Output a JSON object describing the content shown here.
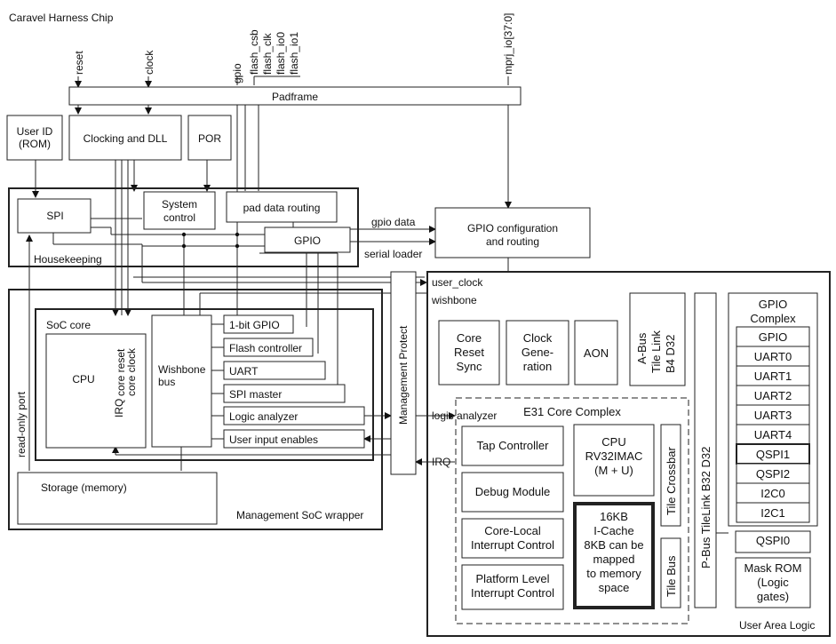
{
  "title": "Caravel Harness Chip",
  "top_signals": {
    "reset": "reset",
    "clock": "clock",
    "gpio": "gpio",
    "flash_csb": "flash_csb",
    "flash_clk": "flash_clk",
    "flash_io0": "flash_io0",
    "flash_io1": "flash_io1",
    "mprj_io": "mprj_io[37:0]"
  },
  "padframe": "Padframe",
  "user_id": [
    "User ID",
    "(ROM)"
  ],
  "clocking": "Clocking and DLL",
  "por": "POR",
  "housekeeping": {
    "label": "Housekeeping",
    "spi": "SPI",
    "system_control": [
      "System",
      "control"
    ],
    "pad_data_routing": "pad data routing",
    "gpio": "GPIO"
  },
  "gpio_data": "gpio data",
  "serial_loader": "serial loader",
  "gpio_config": [
    "GPIO configuration",
    "and routing"
  ],
  "management_protect": "Management Protect",
  "user_clock": "user_clock",
  "wishbone": "wishbone",
  "logic_analyzer": "logic analyzer",
  "irq": "IRQ",
  "read_only_port": "read-only port",
  "mgmt_wrapper": "Management SoC wrapper",
  "soc_core": {
    "label": "SoC core",
    "cpu": "CPU",
    "irq": "IRQ",
    "core_reset": "core reset",
    "core_clock": "core clock",
    "wishbone_bus": [
      "Wishbone",
      "bus"
    ],
    "peripherals": [
      "1-bit GPIO",
      "Flash controller",
      "UART",
      "SPI master",
      "Logic analyzer",
      "User input enables"
    ]
  },
  "storage": "Storage (memory)",
  "user_area": {
    "label": "User Area Logic",
    "core_reset_sync": [
      "Core",
      "Reset",
      "Sync"
    ],
    "clock_generation": [
      "Clock",
      "Gene-",
      "ration"
    ],
    "aon": "AON",
    "abus": [
      "A-Bus",
      "Tile Link",
      "B4 D32"
    ],
    "pbus": "P-Bus TileLink B32 D32",
    "gpio_complex_title": [
      "GPIO",
      "Complex"
    ],
    "gpio_complex_items": [
      "GPIO",
      "UART0",
      "UART1",
      "UART2",
      "UART3",
      "UART4",
      "QSPI1",
      "QSPI2",
      "I2C0",
      "I2C1"
    ],
    "qspi0": "QSPI0",
    "mask_rom": [
      "Mask ROM",
      "(Logic",
      "gates)"
    ],
    "e31": {
      "label": "E31 Core Complex",
      "tap": "Tap Controller",
      "debug": "Debug Module",
      "clint": [
        "Core-Local",
        "Interrupt Control"
      ],
      "plic": [
        "Platform Level",
        "Interrupt Control"
      ],
      "cpu": [
        "CPU",
        "RV32IMAC",
        "(M + U)"
      ],
      "icache": [
        "16KB",
        "I-Cache",
        "8KB can be",
        "mapped",
        "to memory",
        "space"
      ],
      "tile_crossbar": "Tile Crossbar",
      "tile_bus": "Tile Bus"
    }
  }
}
